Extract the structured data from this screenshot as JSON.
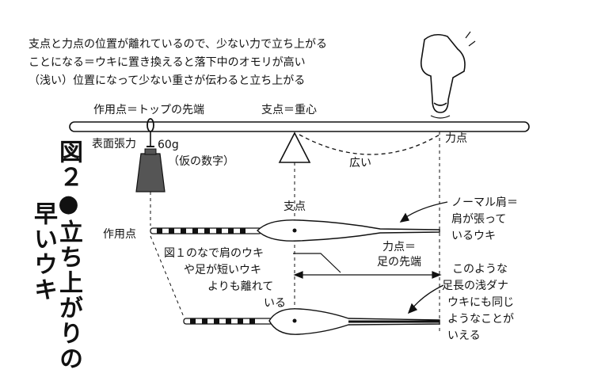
{
  "figure": {
    "title_figure": "図２",
    "title_bullet": "●",
    "title_line1": "立ち上がりの",
    "title_line2": "早いウキ"
  },
  "intro": [
    "支点と力点の位置が離れているので、少ない力で立ち上がる",
    "ことになる＝ウキに置き換えると落下中のオモリが高い",
    "（浅い）位置になって少ない重さが伝わると立ち上がる"
  ],
  "lever": {
    "action_point": "作用点＝トップの先端",
    "fulcrum": "支点＝重心",
    "surface_tension": "表面張力",
    "weight": "60g",
    "weight_note": "（仮の数字）",
    "force_point": "力点",
    "wide": "広い"
  },
  "floats": {
    "fulcrum": "支点",
    "action_point": "作用点",
    "force_point_line1": "力点＝",
    "force_point_line2": "足の先端",
    "normal_note": [
      "ノーマル肩＝",
      "肩が張って",
      "いるウキ"
    ],
    "compare_note": [
      "図１のなで肩のウキ",
      "や足が短いウキ",
      "よりも離れて",
      "いる"
    ],
    "other_note": [
      "このような",
      "足長の浅ダナ",
      "ウキにも同じ",
      "ようなことが",
      "いえる"
    ]
  }
}
